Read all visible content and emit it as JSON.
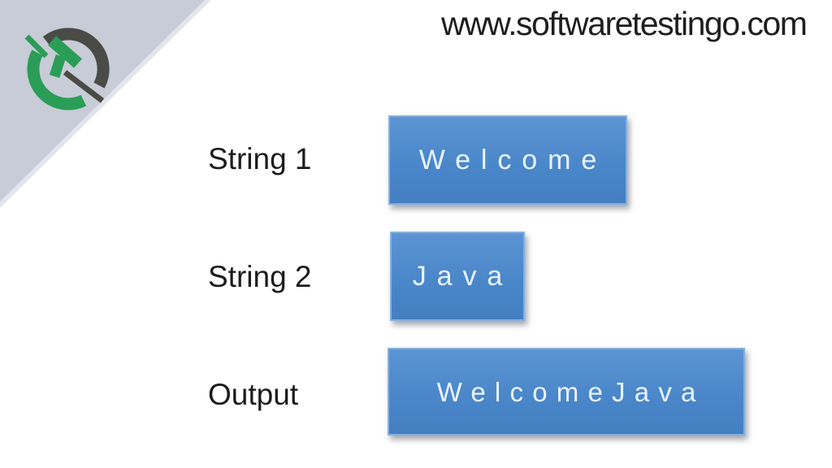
{
  "header": {
    "site_url": "www.softwaretestingo.com"
  },
  "branding": {
    "logo_icon": "softwaretestingo-logo",
    "logo_green": "#2a9d57",
    "logo_dark": "#4a4a46",
    "corner_triangle_color": "#c7ccd6"
  },
  "diagram": {
    "rows": [
      {
        "label": "String 1",
        "value": "Welcome"
      },
      {
        "label": "String 2",
        "value": "Java"
      },
      {
        "label": "Output",
        "value": "WelcomeJava"
      }
    ],
    "colors": {
      "box_blue": "#4a86c8",
      "box_border": "#86afdd",
      "box_text": "#e9f3fd",
      "label_text": "#1c1c1c"
    }
  }
}
